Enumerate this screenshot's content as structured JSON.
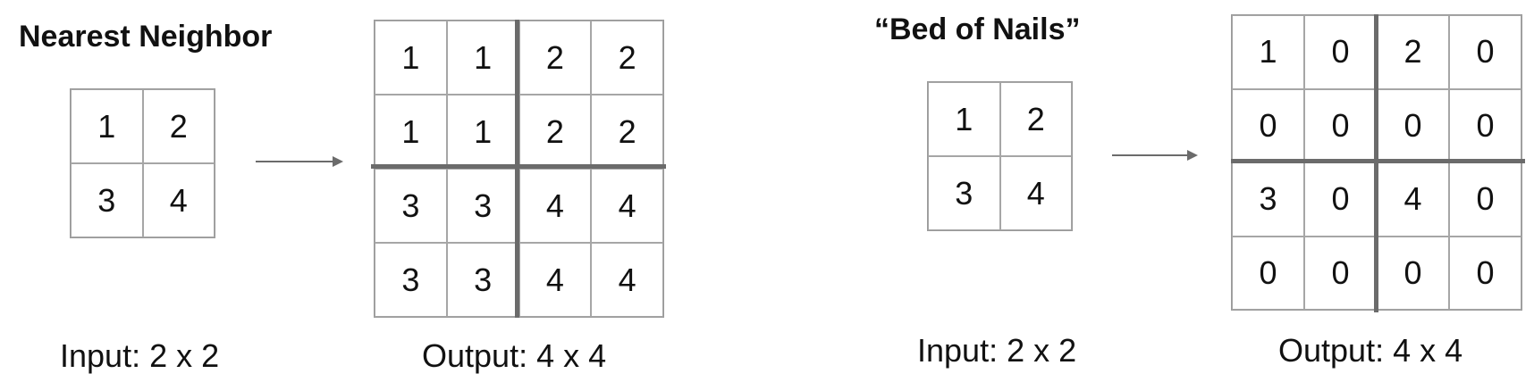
{
  "nearest_neighbor": {
    "title": "Nearest Neighbor",
    "input_caption": "Input: 2 x 2",
    "output_caption": "Output: 4 x 4",
    "input_grid": [
      [
        "1",
        "2"
      ],
      [
        "3",
        "4"
      ]
    ],
    "output_grid": [
      [
        "1",
        "1",
        "2",
        "2"
      ],
      [
        "1",
        "1",
        "2",
        "2"
      ],
      [
        "3",
        "3",
        "4",
        "4"
      ],
      [
        "3",
        "3",
        "4",
        "4"
      ]
    ]
  },
  "bed_of_nails": {
    "title": "“Bed of Nails”",
    "input_caption": "Input: 2 x 2",
    "output_caption": "Output: 4 x 4",
    "input_grid": [
      [
        "1",
        "2"
      ],
      [
        "3",
        "4"
      ]
    ],
    "output_grid": [
      [
        "1",
        "0",
        "2",
        "0"
      ],
      [
        "0",
        "0",
        "0",
        "0"
      ],
      [
        "3",
        "0",
        "4",
        "0"
      ],
      [
        "0",
        "0",
        "0",
        "0"
      ]
    ]
  }
}
